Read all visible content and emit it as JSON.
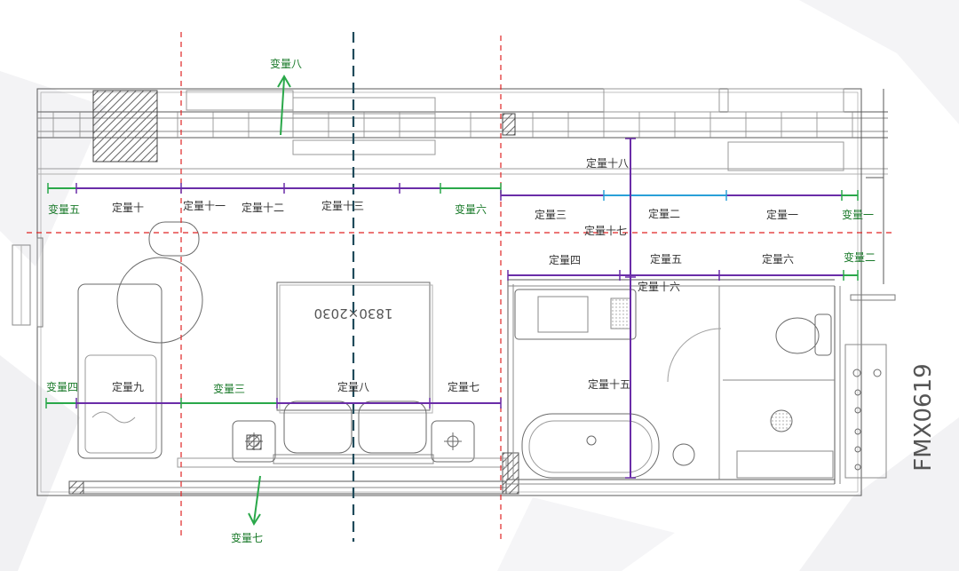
{
  "colors": {
    "fixed_dimension": "#6a2da8",
    "variable_dimension": "#2aa84a",
    "accent_dimension": "#2aa0d8",
    "grid_red": "#e02424",
    "grid_center": "#1f4a5a",
    "plan_lines": "#5a5a5a"
  },
  "labels": {
    "var8": "变量八",
    "var5": "变量五",
    "fix10": "定量十",
    "fix11": "定量十一",
    "fix12": "定量十二",
    "fix13": "定量十三",
    "var6": "变量六",
    "fix18": "定量十八",
    "fix3": "定量三",
    "fix2": "定量二",
    "fix1": "定量一",
    "var1": "变量一",
    "fix17": "定量十七",
    "fix4": "定量四",
    "fix5": "定量五",
    "fix6": "定量六",
    "var2": "变量二",
    "fix16": "定量十六",
    "var4": "变量四",
    "fix9": "定量九",
    "var3": "变量三",
    "fix8": "定量八",
    "fix7": "定量七",
    "fix15": "定量十五",
    "var7": "变量七"
  },
  "bed_size": "1830×2030",
  "stamp": "FMX0619"
}
